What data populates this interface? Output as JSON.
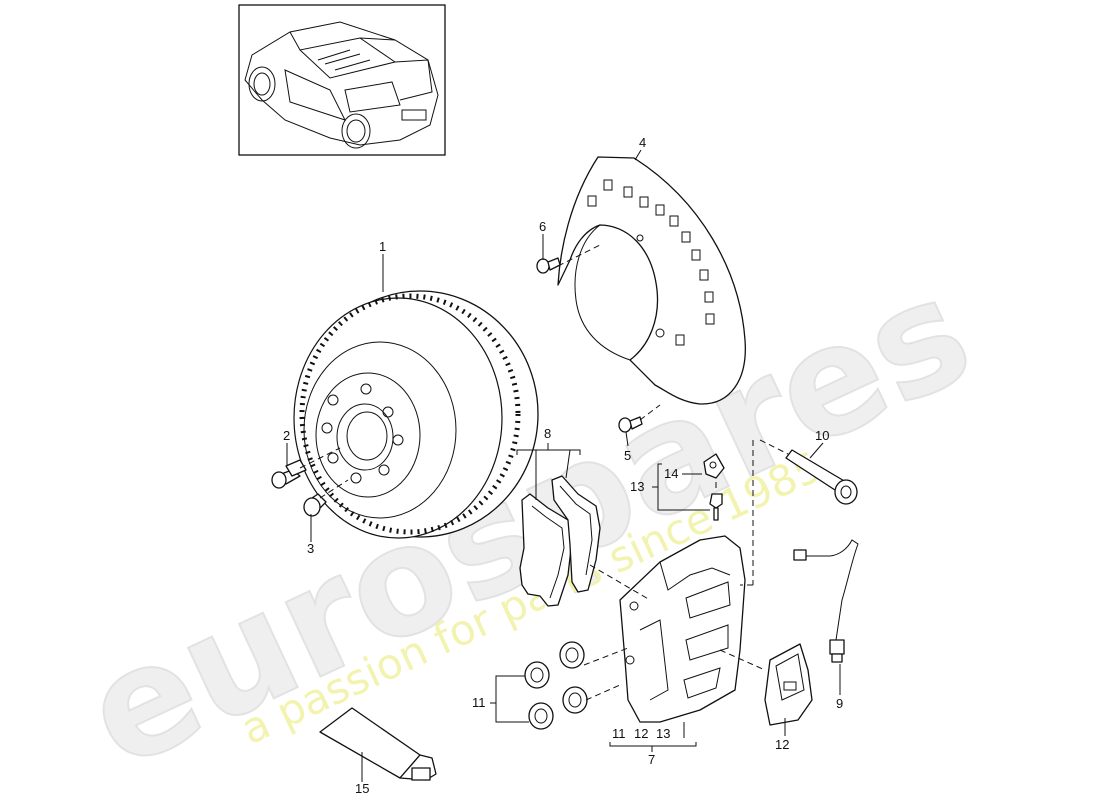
{
  "watermark": {
    "brand": "eurospares",
    "slogan": "a passion for parts since 1985"
  },
  "callouts": {
    "c1": "1",
    "c2": "2",
    "c3": "3",
    "c4": "4",
    "c5": "5",
    "c6": "6",
    "c7": "7",
    "c8": "8",
    "c9": "9",
    "c10": "10",
    "c11": "11",
    "c12": "12",
    "c13": "13",
    "c14": "14",
    "c15": "15",
    "group7": [
      "11",
      "12",
      "13"
    ]
  },
  "icons": {
    "vehicle": "suv-thumbnail-icon",
    "disc": "brake-disc-icon",
    "shield": "brake-shield-icon",
    "pads": "brake-pad-icon",
    "caliper": "brake-caliper-icon",
    "pistons": "piston-seal-icon",
    "sensor": "wear-sensor-icon",
    "spring": "retaining-spring-icon",
    "tube": "paste-tube-icon"
  }
}
